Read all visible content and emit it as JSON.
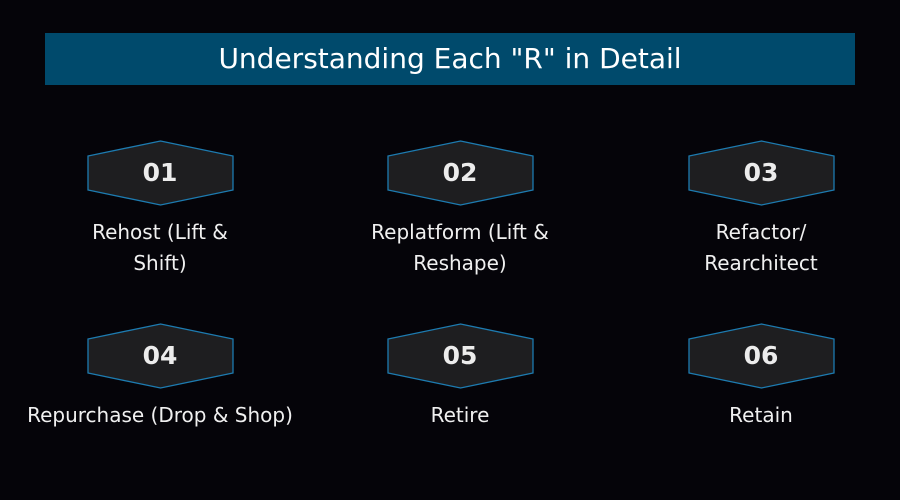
{
  "header": {
    "title": "Understanding Each \"R\" in Detail"
  },
  "colors": {
    "background": "#050409",
    "title_bar": "#004a6c",
    "hex_fill": "#1e1e20",
    "hex_stroke": "#1d7bb0",
    "text": "#f0f0f0"
  },
  "steps": [
    {
      "number": "01",
      "label": "Rehost (Lift & Shift)"
    },
    {
      "number": "02",
      "label": "Replatform (Lift & Reshape)"
    },
    {
      "number": "03",
      "label": "Refactor/ Rearchitect"
    },
    {
      "number": "04",
      "label": "Repurchase (Drop & Shop)"
    },
    {
      "number": "05",
      "label": "Retire"
    },
    {
      "number": "06",
      "label": "Retain"
    }
  ]
}
